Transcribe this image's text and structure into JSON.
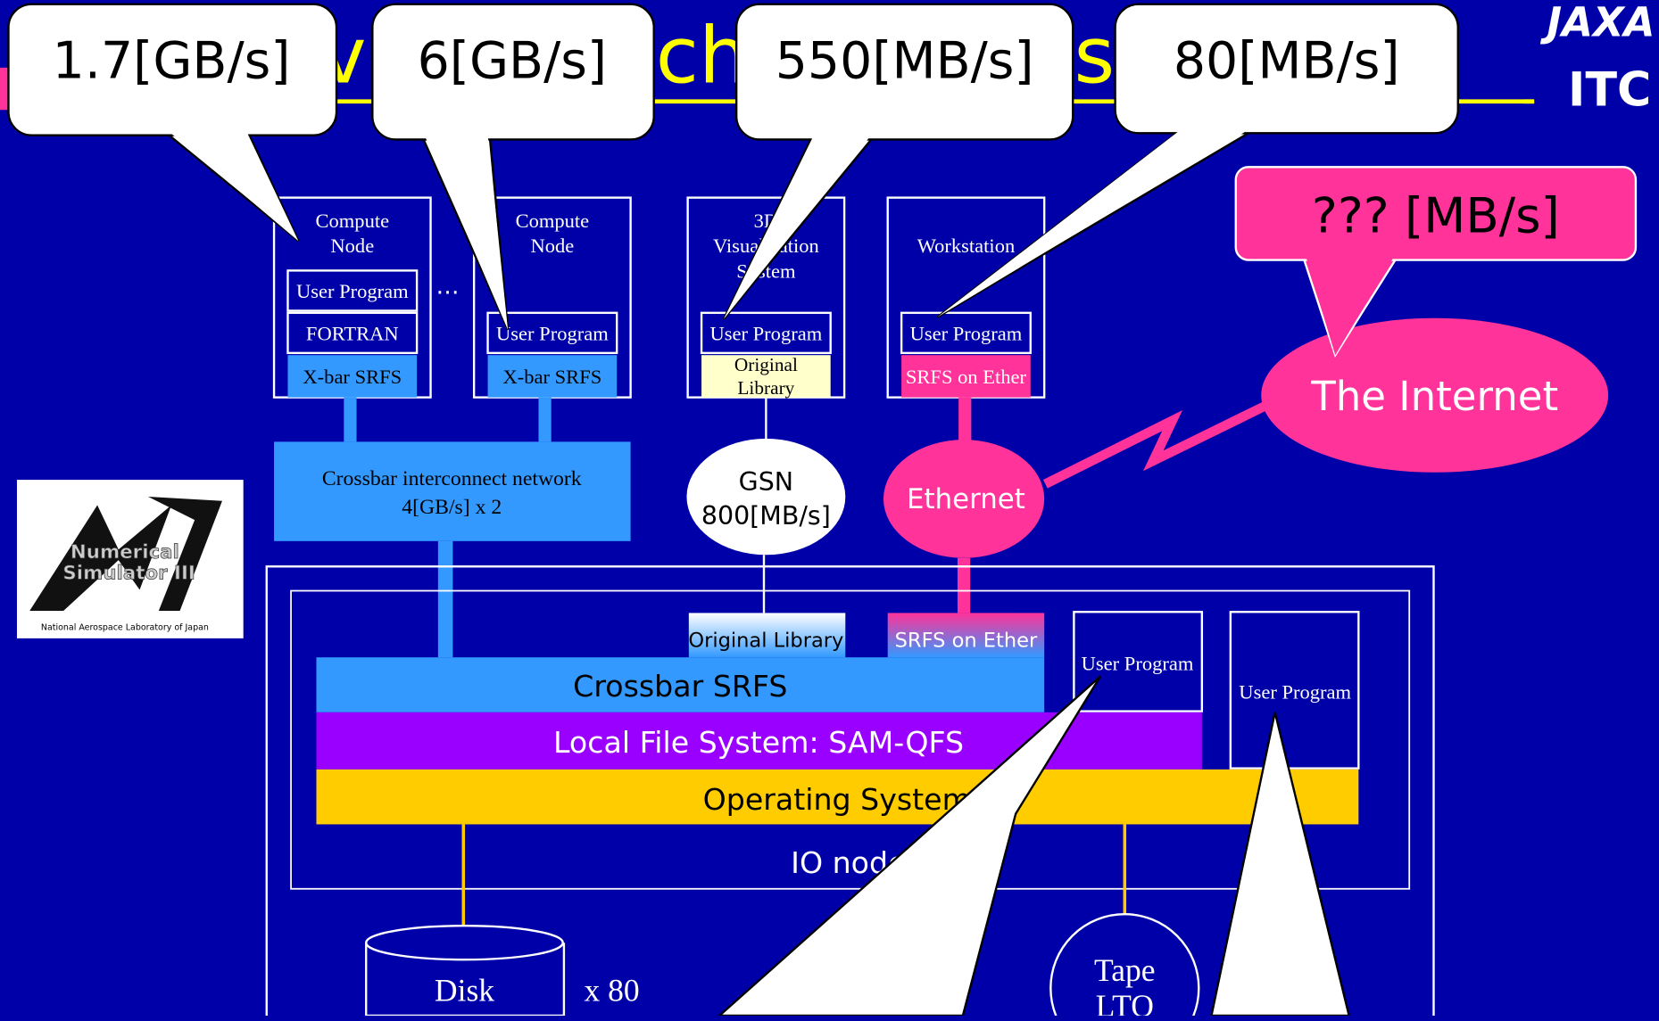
{
  "slide": {
    "title": "Device Benchmark Result",
    "logo_jaxa": "JAXA",
    "logo_itc": "ITC"
  },
  "callouts": {
    "rate1": "1.7[GB/s]",
    "rate2": "6[GB/s]",
    "rate3": "550[MB/s]",
    "rate4": "80[MB/s]",
    "internet_rate": "??? [MB/s]"
  },
  "nodes": {
    "compute1": {
      "title_line1": "Compute",
      "title_line2": "Node",
      "user_program": "User Program",
      "fortran": "FORTRAN",
      "srfs": "X-bar SRFS"
    },
    "ellipsis": "…",
    "compute2": {
      "title_line1": "Compute",
      "title_line2": "Node",
      "user_program": "User Program",
      "srfs": "X-bar SRFS"
    },
    "viz": {
      "title_line1": "3D",
      "title_line2": "Visualization",
      "title_line3": "System",
      "user_program": "User Program",
      "lib_line1": "Original",
      "lib_line2": "Library"
    },
    "workstation": {
      "title": "Workstation",
      "user_program": "User Program",
      "srfs": "SRFS on Ether"
    }
  },
  "network": {
    "crossbar_line1": "Crossbar interconnect network",
    "crossbar_line2": "4[GB/s] x 2",
    "gsn_line1": "GSN",
    "gsn_line2": "800[MB/s]",
    "ethernet": "Ethernet",
    "internet": "The Internet"
  },
  "nsiii_logo": {
    "line1": "Numerical",
    "line2": "Simulator III",
    "caption": "National Aerospace Laboratory of Japan"
  },
  "io_node": {
    "original_library": "Original Library",
    "srfs_ether": "SRFS on Ether",
    "user_program1": "User Program",
    "user_program2": "User Program",
    "crossbar_srfs": "Crossbar SRFS",
    "local_fs": "Local File System: SAM-QFS",
    "os": "Operating System",
    "label": "IO node"
  },
  "storage": {
    "disk": "Disk",
    "disk_count": "x 80",
    "tape_line1": "Tape",
    "tape_line2": "LTO"
  },
  "colors": {
    "background": "#0000a8",
    "crossbar_blue": "#3399ff",
    "ethernet_pink": "#ff3399",
    "sam_qfs_purple": "#9900ff",
    "os_yellow": "#ffcc00",
    "library_cream": "#ffffcc"
  }
}
